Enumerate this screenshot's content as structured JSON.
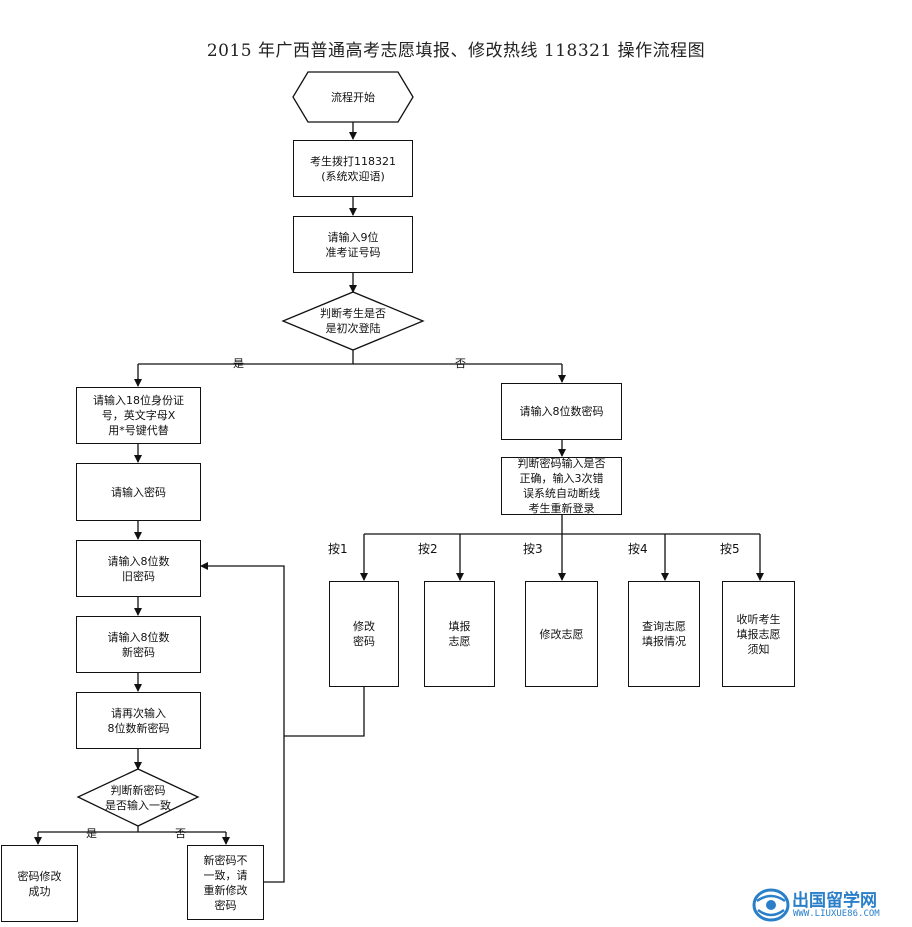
{
  "title": "2015 年广西普通高考志愿填报、修改热线 118321 操作流程图",
  "nodes": {
    "start": "流程开始",
    "dial": "考生拨打118321\n(系统欢迎语)",
    "enter_ticket": "请输入9位\n准考证号码",
    "first_login": "判断考生是否\n是初次登陆",
    "enter_id": "请输入18位身份证\n号，英文字母X\n用*号键代替",
    "enter_password": "请输入密码",
    "enter_8digit": "请输入8位数密码",
    "check_password": "判断密码输入是否\n正确，输入3次错\n误系统自动断线\n考生重新登录",
    "enter_old_pwd": "请输入8位数\n旧密码",
    "enter_new_pwd": "请输入8位数\n新密码",
    "reenter_new_pwd": "请再次输入\n8位数新密码",
    "check_match": "判断新密码\n是否输入一致",
    "pwd_success": "密码修改\n成功",
    "pwd_mismatch": "新密码不\n一致，请\n重新修改\n密码",
    "opt1": "修改\n密码",
    "opt2": "填报\n志愿",
    "opt3": "修改志愿",
    "opt4": "查询志愿\n填报情况",
    "opt5": "收听考生\n填报志愿\n须知"
  },
  "edge_labels": {
    "yes1": "是",
    "no1": "否",
    "press1": "按1",
    "press2": "按2",
    "press3": "按3",
    "press4": "按4",
    "press5": "按5",
    "yes2": "是",
    "no2": "否"
  },
  "watermark": {
    "name": "出国留学网",
    "url": "WWW.LIUXUE86.COM",
    "color": "#2a7fc9"
  }
}
